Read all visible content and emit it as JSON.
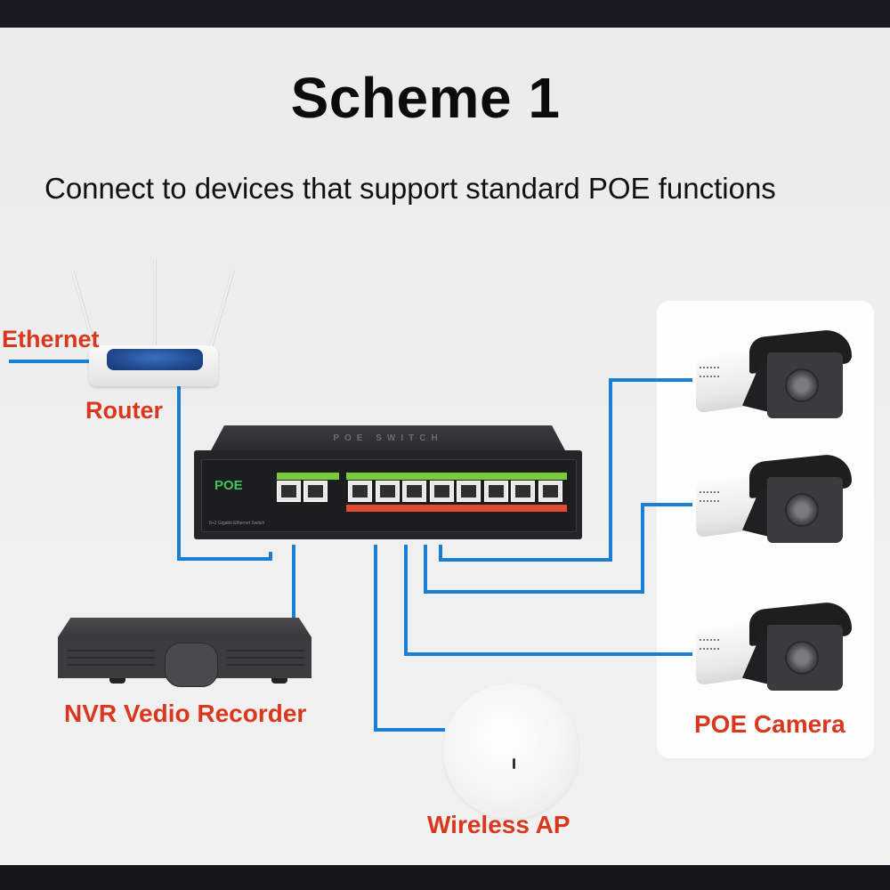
{
  "title": "Scheme 1",
  "subtitle": "Connect to devices that support standard POE functions",
  "labels": {
    "ethernet": "Ethernet",
    "router": "Router",
    "nvr": "NVR Vedio Recorder",
    "camera": "POE Camera",
    "ap": "Wireless AP"
  },
  "switch": {
    "logo": "POE",
    "top_text": "POE SWITCH",
    "model_text": "8+2 Gigabit Ethernet Switch",
    "uplink_ports": 2,
    "poe_ports": 8
  },
  "devices": [
    {
      "id": "router",
      "type": "router-icon"
    },
    {
      "id": "poe-switch",
      "type": "switch-icon"
    },
    {
      "id": "nvr",
      "type": "nvr-icon"
    },
    {
      "id": "wireless-ap",
      "type": "access-point-icon"
    },
    {
      "id": "camera-1",
      "type": "camera-icon"
    },
    {
      "id": "camera-2",
      "type": "camera-icon"
    },
    {
      "id": "camera-3",
      "type": "camera-icon"
    }
  ],
  "connections": [
    {
      "from": "ethernet",
      "to": "router"
    },
    {
      "from": "router",
      "to": "poe-switch"
    },
    {
      "from": "poe-switch",
      "to": "nvr"
    },
    {
      "from": "poe-switch",
      "to": "wireless-ap"
    },
    {
      "from": "poe-switch",
      "to": "camera-1"
    },
    {
      "from": "poe-switch",
      "to": "camera-2"
    },
    {
      "from": "poe-switch",
      "to": "camera-3"
    }
  ],
  "colors": {
    "wire": "#1a7fd4",
    "label": "#d9381e",
    "poe_green": "#7acb3a",
    "poe_red": "#e24a2e"
  }
}
